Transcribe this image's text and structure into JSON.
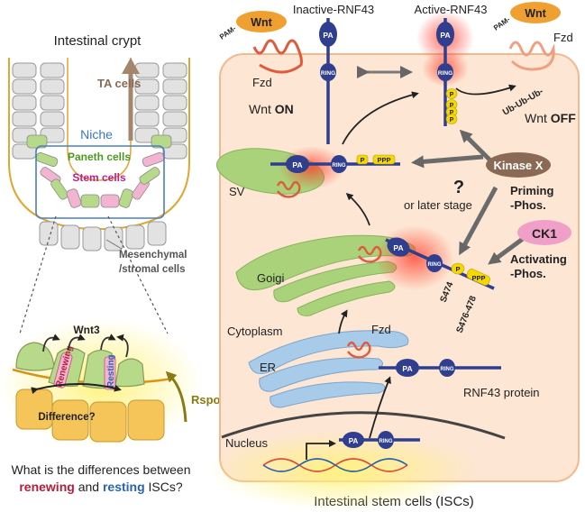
{
  "left": {
    "title": "Intestinal crypt",
    "ta_cells": "TA cells",
    "niche": "Niche",
    "paneth": "Paneth cells",
    "stem": "Stem cells",
    "mesenchymal_1": "Mesenchymal",
    "mesenchymal_2": "/stromal cells",
    "wnt3": "Wnt3",
    "renewing": "Renewing",
    "resting": "Resting",
    "difference": "Difference?",
    "rspo": "Rspo",
    "question_1": "What is the differences between",
    "question_2a": "renewing",
    "question_2b": " and ",
    "question_2c": "resting",
    "question_2d": " ISCs?"
  },
  "right": {
    "footer": "Intestinal stem cells (ISCs)",
    "inactive": "Inactive-RNF43",
    "active": "Active-RNF43",
    "wnt": "Wnt",
    "pam": "PAM-",
    "fzd": "Fzd",
    "wnt_on_a": "Wnt ",
    "wnt_on_b": "ON",
    "wnt_off_a": "Wnt ",
    "wnt_off_b": "OFF",
    "ub": "Ub-Ub-Ub-",
    "pa": "PA",
    "ring": "RING",
    "p": "P",
    "ppp": "PPP",
    "sv": "SV",
    "golgi": "Goigi",
    "er": "ER",
    "cytoplasm": "Cytoplasm",
    "nucleus": "Nucleus",
    "rnf43_protein": "RNF43 protein",
    "kinase_x": "Kinase X",
    "priming_1": "Priming",
    "priming_2": "-Phos.",
    "ck1": "CK1",
    "activating_1": "Activating",
    "activating_2": "-Phos.",
    "question_mark": "?",
    "later_stage": "or later stage",
    "s474": "S474",
    "s476": "S476-478"
  },
  "colors": {
    "rnf43_blue": "#2f3e8f",
    "wnt_orange": "#f0a030",
    "fzd_red": "#e05a3c",
    "phospho_yellow": "#f5d800",
    "kinase_brown": "#8b6a55",
    "ck1_pink": "#f0a0c8",
    "cell_peach": "#fde6d3",
    "golgi_green": "#a9d27a",
    "er_blue": "#9cc3e3",
    "renewing_red": "#b0203c",
    "resting_blue": "#2b63b0"
  }
}
